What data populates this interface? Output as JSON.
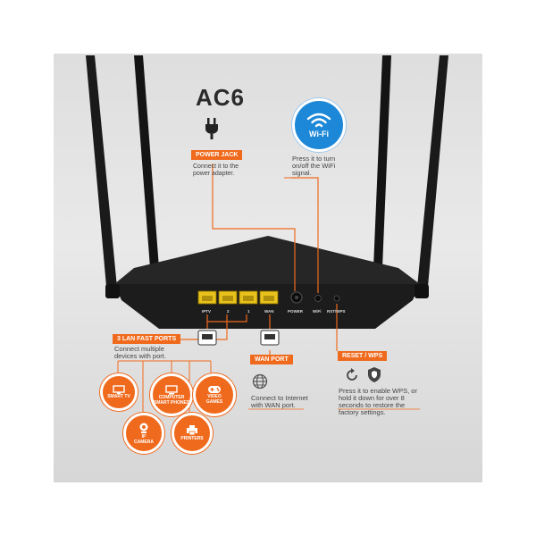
{
  "model": "AC6",
  "power": {
    "tag": "POWER JACK",
    "desc_line1": "Connect it to the",
    "desc_line2": "power adapter.",
    "icon": "plug-icon"
  },
  "wifi": {
    "badge": "Wi-Fi",
    "desc_line1": "Press it to turn",
    "desc_line2": "on/off the WiFi",
    "desc_line3": "signal.",
    "icon": "wifi-icon"
  },
  "router_labels": {
    "iptv": "IPTV",
    "port2": "2",
    "port1": "1",
    "wan": "WAN",
    "power": "POWER",
    "wifi": "WiFi",
    "rst": "RST/WPS"
  },
  "lan": {
    "tag": "3 LAN FAST PORTS",
    "desc_line1": "Connect multiple",
    "desc_line2": "devices with port."
  },
  "wan": {
    "tag": "WAN PORT",
    "desc_line1": "Connect to Internet",
    "desc_line2": "with WAN port.",
    "icon": "globe-icon"
  },
  "reset": {
    "tag": "RESET / WPS",
    "desc_line1": "Press it to enable WPS, or",
    "desc_line2": "hold it down for over 8",
    "desc_line3": "seconds to restore the",
    "desc_line4": "factory settings.",
    "icons": [
      "reset-icon",
      "shield-icon"
    ]
  },
  "devices": [
    {
      "label_line1": "SMART TV",
      "label_line2": "",
      "icon": "tv-icon"
    },
    {
      "label_line1": "COMPUTER",
      "label_line2": "SMART PHONES",
      "icon": "computer-icon"
    },
    {
      "label_line1": "VIDEO",
      "label_line2": "GAMES",
      "icon": "gamepad-icon"
    },
    {
      "label_line1": "IP",
      "label_line2": "CAMERA",
      "icon": "camera-icon"
    },
    {
      "label_line1": "PRINTERS",
      "label_line2": "",
      "icon": "printer-icon"
    }
  ],
  "colors": {
    "accent": "#f06a1d",
    "port_yellow": "#e8c21c",
    "router_body": "#1c1c1c"
  }
}
